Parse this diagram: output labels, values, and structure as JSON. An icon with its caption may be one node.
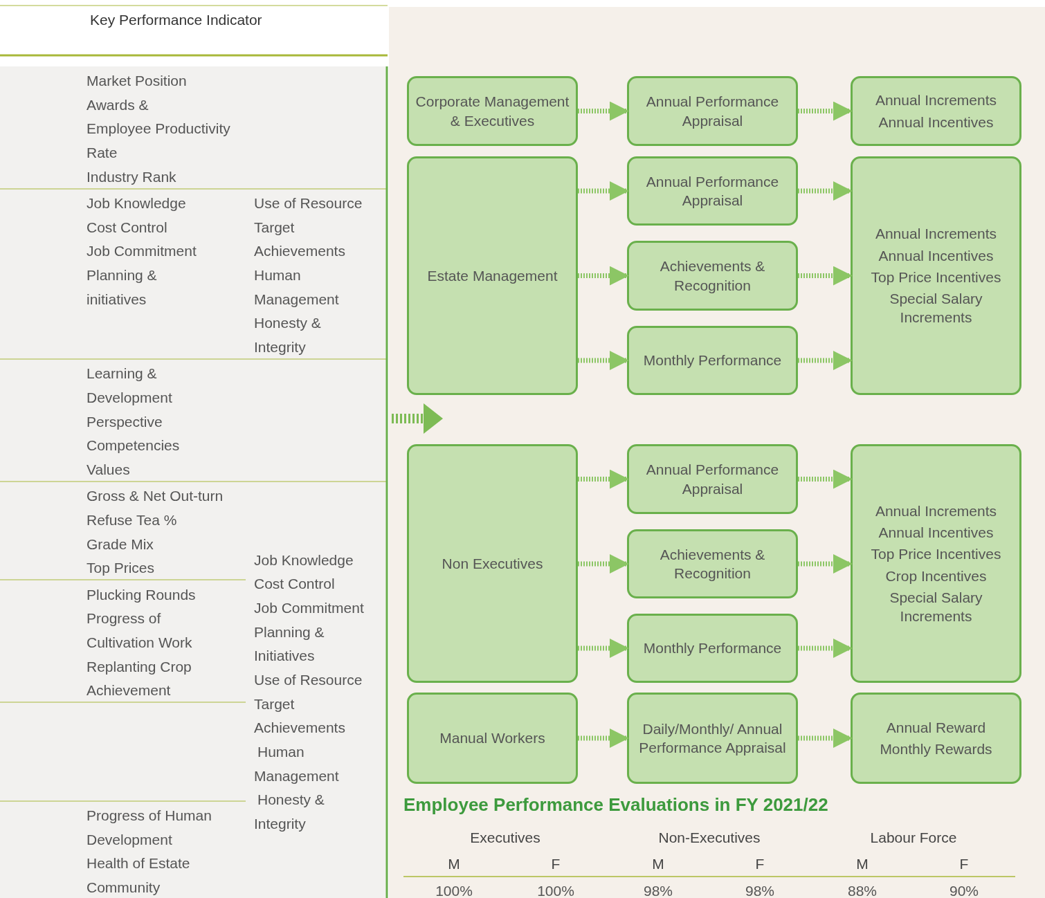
{
  "diagram": {
    "nodes": [
      {
        "text": [
          "Corporate Management & Executives"
        ]
      },
      {
        "text": [
          "Annual Performance Appraisal"
        ]
      },
      {
        "text": [
          "Annual Increments",
          "Annual Incentives"
        ]
      },
      {
        "text": [
          "Estate Management"
        ]
      },
      {
        "text": [
          "Annual Performance Appraisal"
        ]
      },
      {
        "text": [
          "Achievements & Recognition"
        ]
      },
      {
        "text": [
          "Monthly Performance"
        ]
      },
      {
        "text": [
          "Annual Increments",
          "Annual Incentives",
          "Top Price Incentives",
          "Special Salary Increments"
        ]
      },
      {
        "text": [
          "Non Executives"
        ]
      },
      {
        "text": [
          "Annual Performance Appraisal"
        ]
      },
      {
        "text": [
          "Achievements & Recognition"
        ]
      },
      {
        "text": [
          "Monthly Performance"
        ]
      },
      {
        "text": [
          "Annual Increments",
          "Annual Incentives",
          "Top Price Incentives",
          "Crop Incentives",
          "Special Salary Increments"
        ]
      },
      {
        "text": [
          "Manual Workers"
        ]
      },
      {
        "text": [
          "Daily/Monthly/ Annual Performance Appraisal"
        ]
      },
      {
        "text": [
          "Annual Reward",
          "Monthly Rewards"
        ]
      }
    ],
    "edges": [
      {
        "from": 0,
        "to": 1,
        "arrow": "to"
      },
      {
        "from": 1,
        "to": 2,
        "arrow": "to"
      },
      {
        "from": 3,
        "to": 4,
        "arrow": "to"
      },
      {
        "from": 3,
        "to": 5,
        "arrow": "to"
      },
      {
        "from": 3,
        "to": 6,
        "arrow": "to"
      },
      {
        "from": 4,
        "to": 7,
        "arrow": "to"
      },
      {
        "from": 5,
        "to": 7,
        "arrow": "to"
      },
      {
        "from": 6,
        "to": 7,
        "arrow": "to"
      },
      {
        "from": 8,
        "to": 9,
        "arrow": "to"
      },
      {
        "from": 8,
        "to": 10,
        "arrow": "to"
      },
      {
        "from": 8,
        "to": 11,
        "arrow": "to"
      },
      {
        "from": 9,
        "to": 12,
        "arrow": "to"
      },
      {
        "from": 10,
        "to": 12,
        "arrow": "to"
      },
      {
        "from": 11,
        "to": 12,
        "arrow": "to"
      },
      {
        "from": 13,
        "to": 14,
        "arrow": "to"
      },
      {
        "from": 14,
        "to": 15,
        "arrow": "to"
      }
    ],
    "labels": [
      "Key Performance Indicator",
      "Market Position",
      "Awards &",
      "Employee Productivity",
      "Rate",
      "Industry Rank",
      "Job Knowledge",
      "Cost Control",
      "Job Commitment",
      "Planning &",
      "initiatives",
      "Use of Resource",
      "Target",
      "Achievements",
      "Human",
      "Management",
      "Honesty &",
      "Integrity",
      "Learning &",
      "Development",
      "Perspective",
      "Competencies",
      "Values",
      "Gross & Net Out-turn",
      "Refuse Tea %",
      "Grade Mix",
      "Top Prices",
      "Job Knowledge",
      "Cost Control",
      "Job Commitment",
      "Planning &",
      "Initiatives",
      "Use of Resource",
      "Target",
      "Achievements",
      "Human",
      "Management",
      "Honesty &",
      "Integrity",
      "Plucking Rounds",
      "Progress of",
      "Cultivation Work",
      "Replanting Crop",
      "Achievement",
      "Progress of Human",
      "Development",
      "Health of Estate",
      "Community",
      "Employee Performance Evaluations in FY 2021/22",
      "Executives",
      "Non-Executives",
      "Labour Force",
      "M",
      "F",
      "M",
      "F",
      "M",
      "F",
      "100%",
      "100%",
      "98%",
      "98%",
      "88%",
      "90%"
    ]
  }
}
